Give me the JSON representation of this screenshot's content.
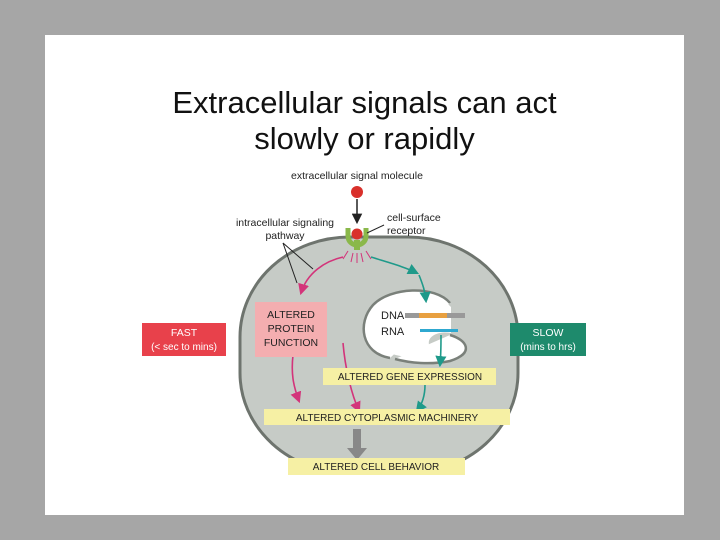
{
  "title": {
    "line1": "Extracellular signals can act",
    "line2": "slowly or rapidly"
  },
  "diagram": {
    "signal_label": "extracellular signal molecule",
    "pathway_label_line1": "intracellular signaling",
    "pathway_label_line2": "pathway",
    "receptor_label_line1": "cell-surface",
    "receptor_label_line2": "receptor",
    "protein_box_line1": "ALTERED",
    "protein_box_line2": "PROTEIN",
    "protein_box_line3": "FUNCTION",
    "dna_label": "DNA",
    "rna_label": "RNA",
    "gene_expression_label": "ALTERED GENE EXPRESSION",
    "cytoplasmic_label": "ALTERED CYTOPLASMIC MACHINERY",
    "behavior_label": "ALTERED CELL BEHAVIOR",
    "fast_line1": "FAST",
    "fast_line2": "(< sec to mins)",
    "slow_line1": "SLOW",
    "slow_line2": "(mins to hrs)"
  },
  "colors": {
    "cell_fill": "#c6cbc6",
    "cell_border": "#6e746e",
    "fast_arrow": "#d3347a",
    "slow_arrow": "#1f9a8a",
    "signal_molecule": "#d9302b",
    "receptor": "#8ab84a",
    "fast_box": "#e8414b",
    "slow_box": "#1e8a6c",
    "protein_box": "#f4aeb0",
    "label_highlight": "#f6f0a4",
    "dna_orange": "#e8a040",
    "rna_blue": "#2ea8d0"
  }
}
